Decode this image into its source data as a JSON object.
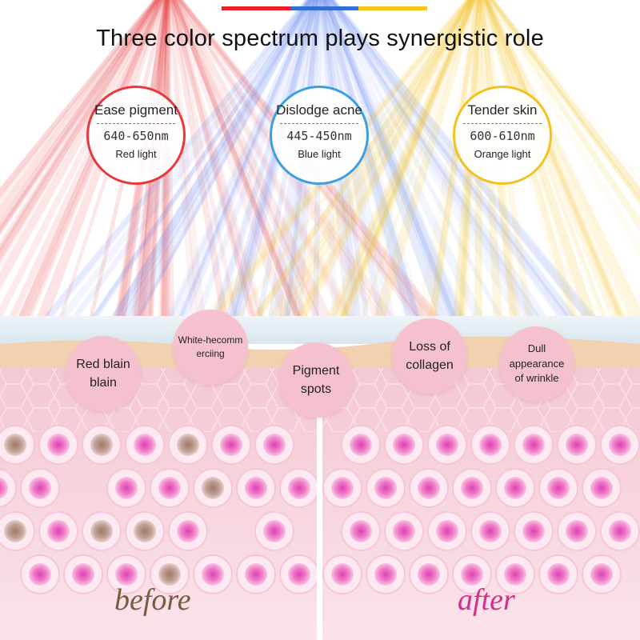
{
  "top_bar_colors": [
    "#ee1f25",
    "#2f6fd6",
    "#f7c61a"
  ],
  "title": "Three color spectrum plays synergistic role",
  "spectrum": [
    {
      "name": "Ease pigment",
      "wavelength": "640-650nm",
      "light": "Red light",
      "color": "#e8383d"
    },
    {
      "name": "Dislodge acne",
      "wavelength": "445-450nm",
      "light": "Blue light",
      "color": "#3aa0e0"
    },
    {
      "name": "Tender skin",
      "wavelength": "600-610nm",
      "light": "Orange light",
      "color": "#f4c21e"
    }
  ],
  "problems": [
    {
      "label": "Red blain blain"
    },
    {
      "label": "White-hecommerciing"
    },
    {
      "label": "Pigment spots"
    },
    {
      "label": "Loss of collagen"
    },
    {
      "label": "Dull appearance of wrinkle"
    }
  ],
  "captions": {
    "before": "before",
    "after": "after",
    "before_color": "#7a5a40",
    "after_color": "#d12f8c"
  }
}
